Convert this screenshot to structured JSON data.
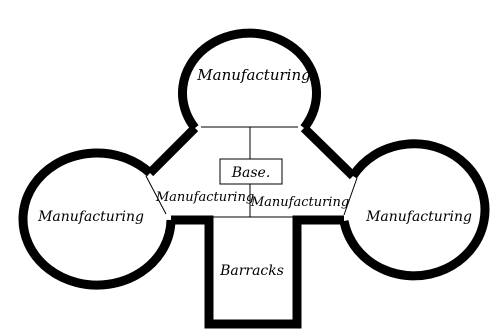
{
  "diagram": {
    "rooms": {
      "top": "Manufacturing",
      "left": "Manufacturing",
      "right": "Manufacturing",
      "center_left": "Manufacturing",
      "center_right": "Manufacturing",
      "base": "Base.",
      "barracks": "Barracks"
    }
  }
}
